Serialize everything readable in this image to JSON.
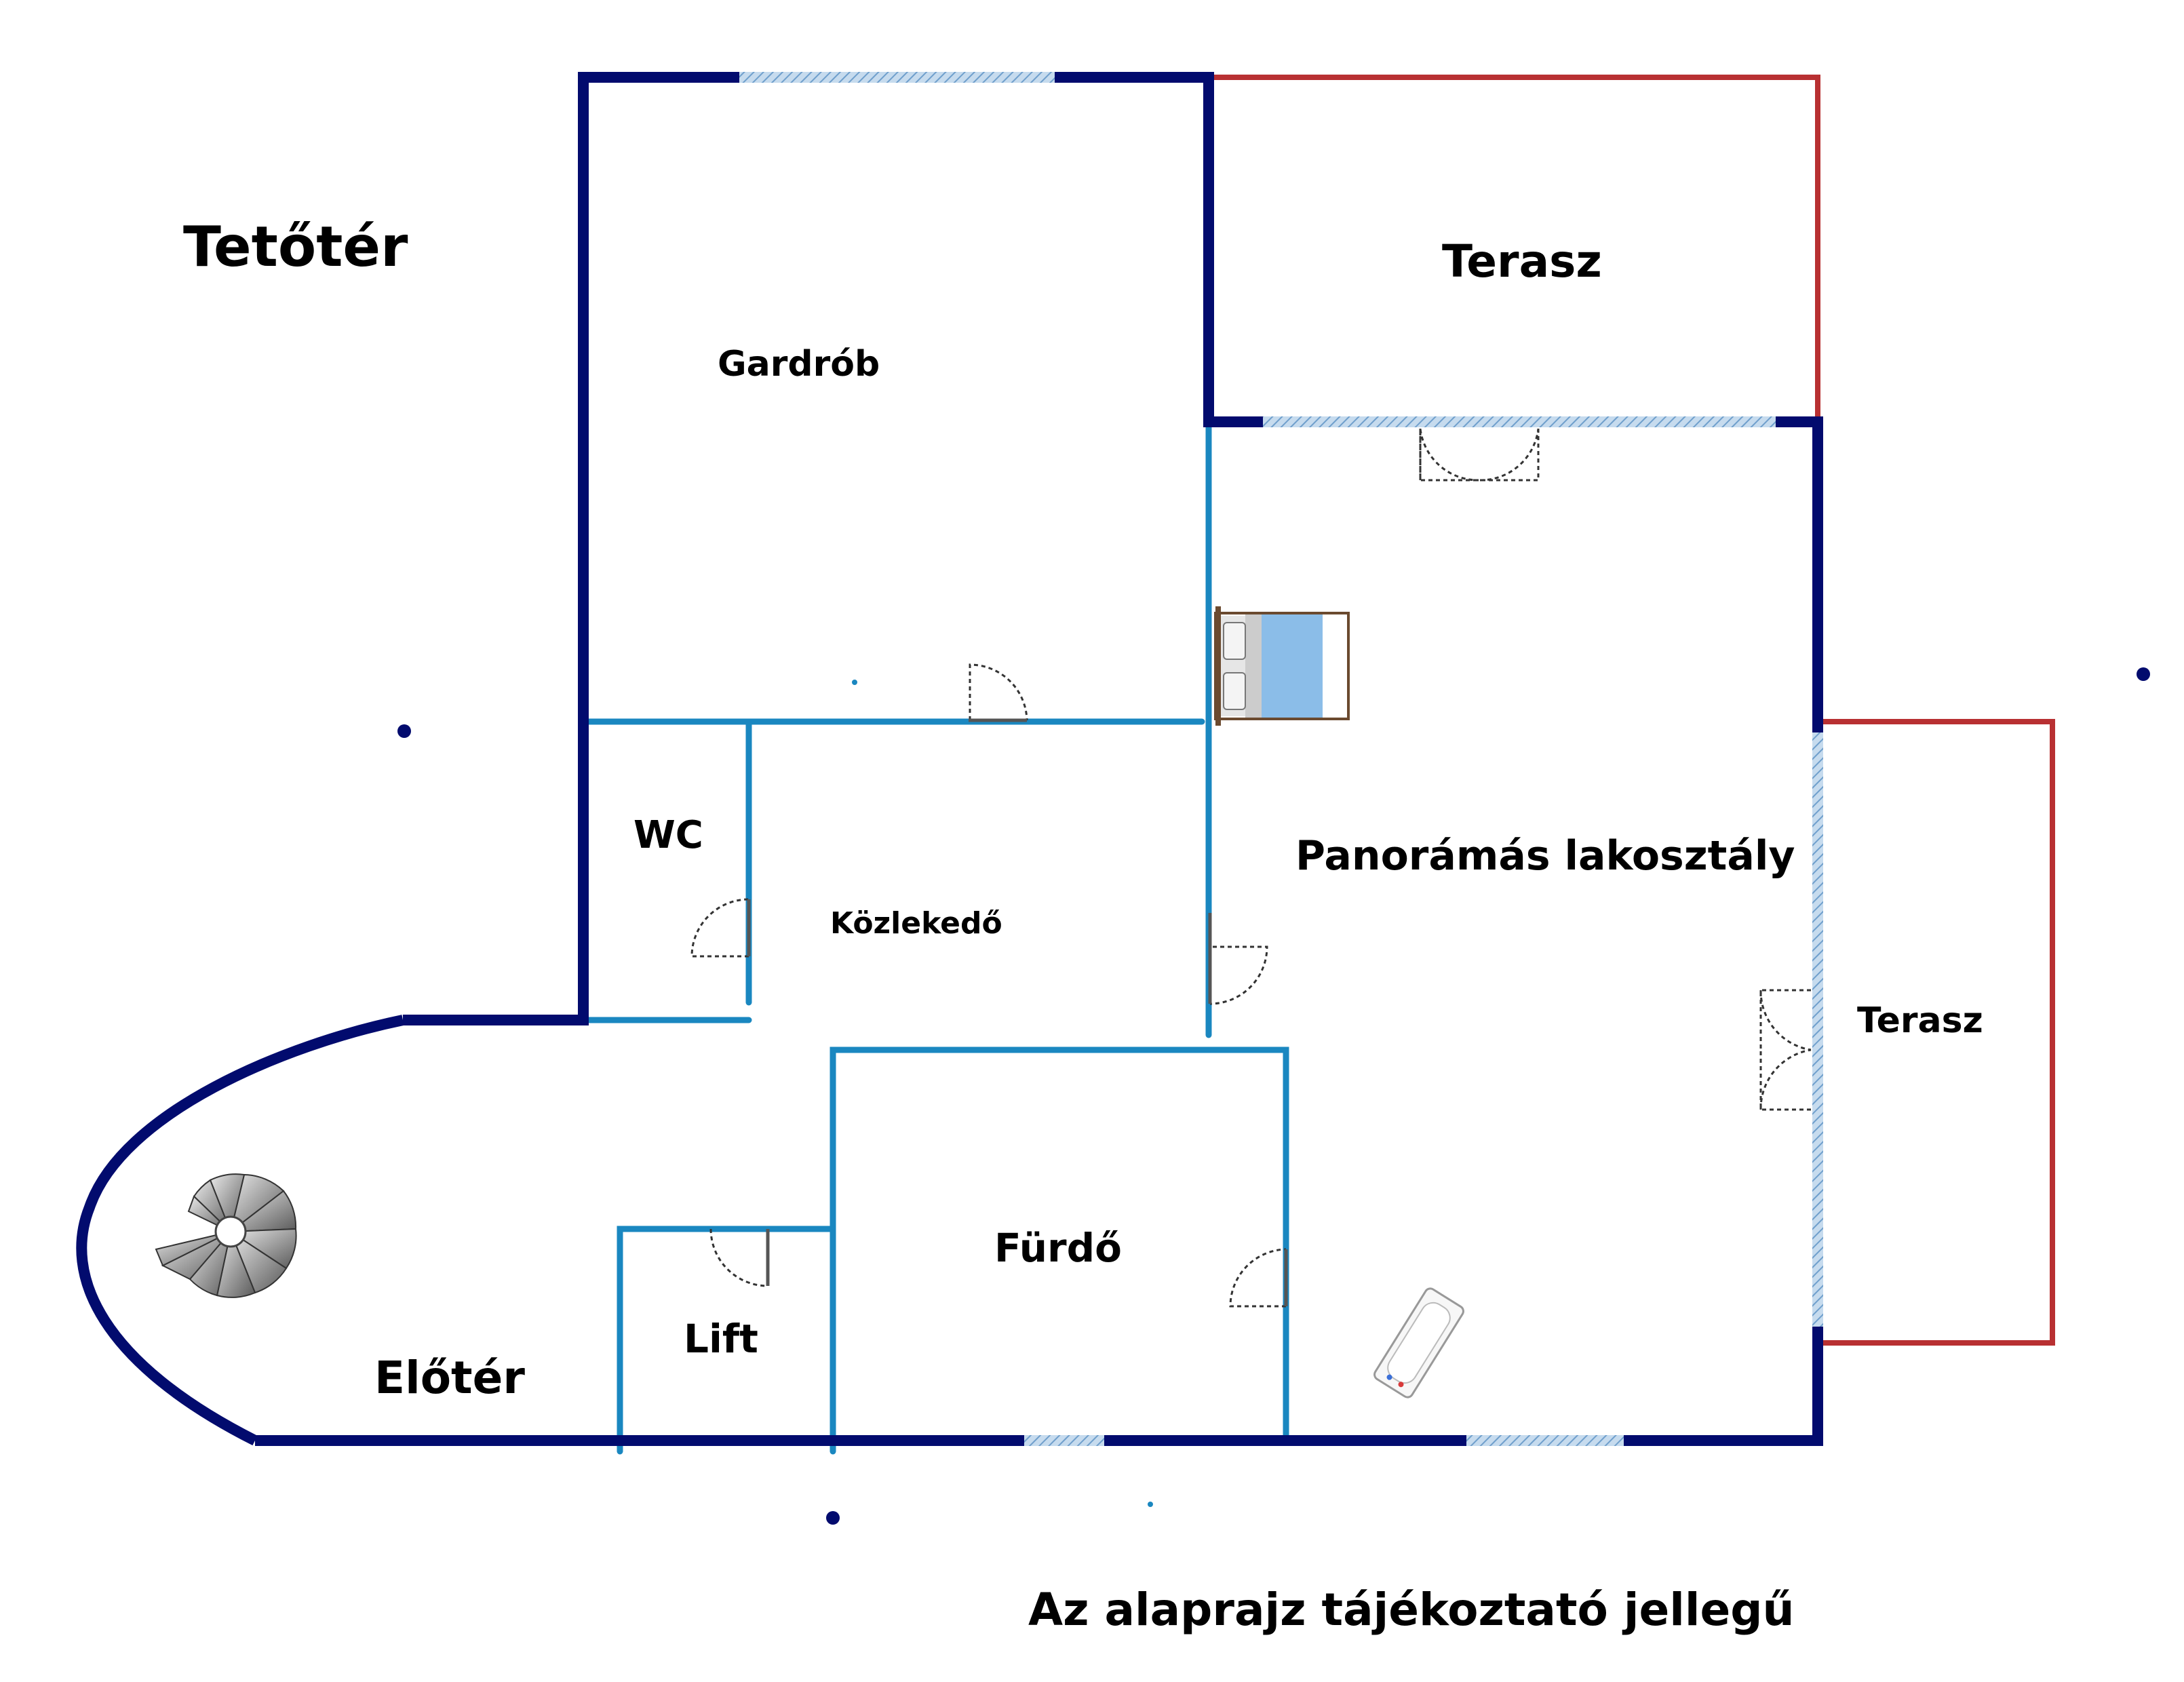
{
  "title": "Tetőtér",
  "footer_note": "Az alaprajz tájékoztató jellegű",
  "rooms": {
    "gardrob": "Gardrób",
    "terasz_top": "Terasz",
    "terasz_right": "Terasz",
    "wc": "WC",
    "kozlekedo": "Közlekedő",
    "panoramas": "Panorámás lakosztály",
    "furdo": "Fürdő",
    "lift": "Lift",
    "eloter": "Előtér"
  },
  "colors": {
    "outer_wall": "#020b6e",
    "inner_wall": "#1a87c0",
    "terrace": "#b83032",
    "window": "#8fb8dc",
    "door_swing": "#333333",
    "bed_frame": "#6b4a2f",
    "bed_blanket": "#8bbde8"
  },
  "icons": [
    "spiral-staircase-icon",
    "bed-icon",
    "bathtub-icon"
  ]
}
